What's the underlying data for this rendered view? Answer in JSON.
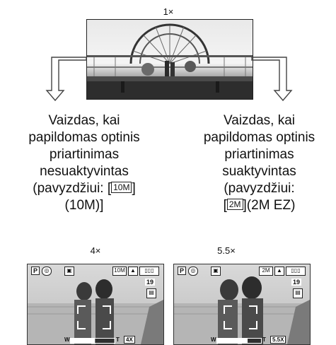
{
  "top": {
    "zoom_label": "1×"
  },
  "captions": {
    "left": {
      "line1": "Vaizdas, kai",
      "line2": "papildomas optinis",
      "line3": "priartinimas",
      "line4": "nesuaktyvintas",
      "line5_pre": "(pavyzdžiui: [",
      "line5_icon": "10M",
      "line5_post": "]",
      "line6": "(10M)]"
    },
    "right": {
      "line1": "Vaizdas, kai",
      "line2": "papildomas optinis",
      "line3": "priartinimas",
      "line4": "suaktyvintas",
      "line5": "(pavyzdžiui:",
      "line6_pre": "[",
      "line6_icon": "2M",
      "line6_post": "](2M EZ)"
    }
  },
  "screens": {
    "left": {
      "zoom_label": "4×",
      "mode": "P",
      "count": "19",
      "zoom_readout": "4X",
      "wide": "W",
      "tele": "T"
    },
    "right": {
      "zoom_label": "5.5×",
      "mode": "P",
      "count": "19",
      "zoom_readout": "5.5X",
      "wide": "W",
      "tele": "T"
    }
  }
}
